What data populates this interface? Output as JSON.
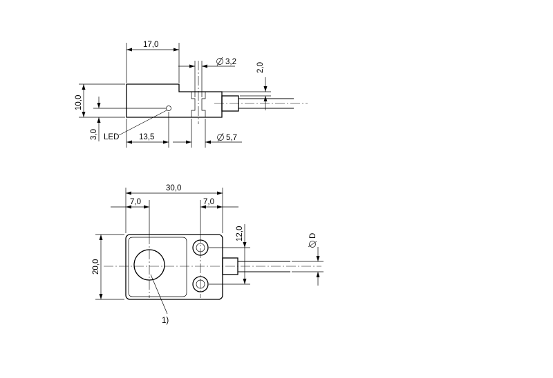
{
  "top_view": {
    "dim_length": "17,0",
    "dim_hole_diameter": "3,2",
    "dim_offset_top": "2,0",
    "dim_height": "10,0",
    "dim_led_height": "3,0",
    "led_label": "LED",
    "dim_led_position": "13,5",
    "dim_boss_diameter": "5,7"
  },
  "front_view": {
    "dim_width": "30,0",
    "dim_left": "7,0",
    "dim_right": "7,0",
    "dim_hole_spacing": "12,0",
    "dim_cable": "D",
    "dim_height": "20,0",
    "note": "1)"
  }
}
